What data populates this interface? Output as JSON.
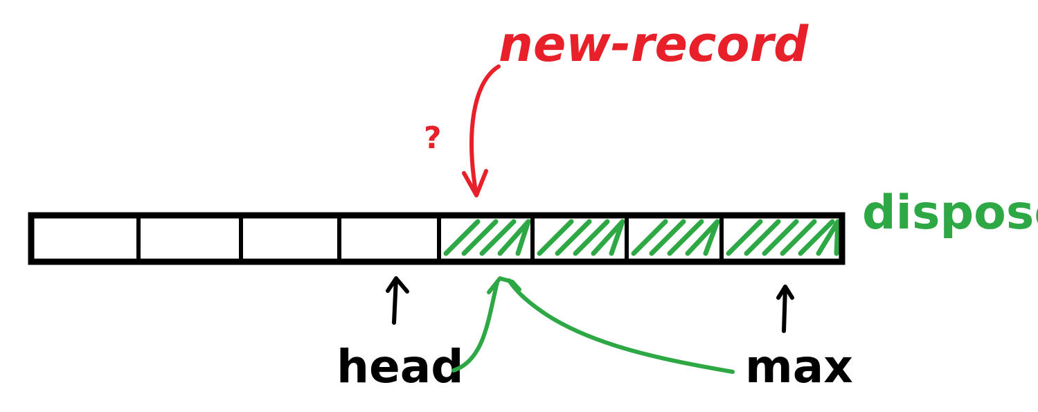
{
  "labels": {
    "new_record": "new-record",
    "question": "?",
    "dispose": "dispose",
    "head": "head",
    "max": "max"
  },
  "colors": {
    "ink": "#000000",
    "red": "#e8202a",
    "green": "#2ea844"
  },
  "array": {
    "cell_count": 8,
    "disposed_cells": [
      4,
      5,
      6,
      7
    ]
  }
}
